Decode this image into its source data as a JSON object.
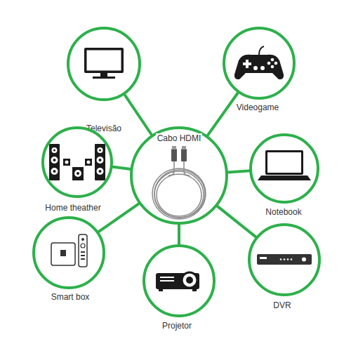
{
  "diagram": {
    "nodes": [
      {
        "text": [
          "Televisão"
        ]
      },
      {
        "text": [
          "Videogame"
        ]
      },
      {
        "text": [
          "Cabo HDMI"
        ]
      },
      {
        "text": [
          "Home theather"
        ]
      },
      {
        "text": [
          "Notebook"
        ]
      },
      {
        "text": [
          "Smart box"
        ]
      },
      {
        "text": [
          "DVR"
        ]
      },
      {
        "text": [
          "Projetor"
        ]
      }
    ],
    "edges": [
      {
        "from": 2,
        "to": 0,
        "arrow": "none"
      },
      {
        "from": 2,
        "to": 1,
        "arrow": "none"
      },
      {
        "from": 2,
        "to": 3,
        "arrow": "none"
      },
      {
        "from": 2,
        "to": 4,
        "arrow": "none"
      },
      {
        "from": 2,
        "to": 5,
        "arrow": "none"
      },
      {
        "from": 2,
        "to": 6,
        "arrow": "none"
      },
      {
        "from": 2,
        "to": 7,
        "arrow": "none"
      }
    ]
  }
}
